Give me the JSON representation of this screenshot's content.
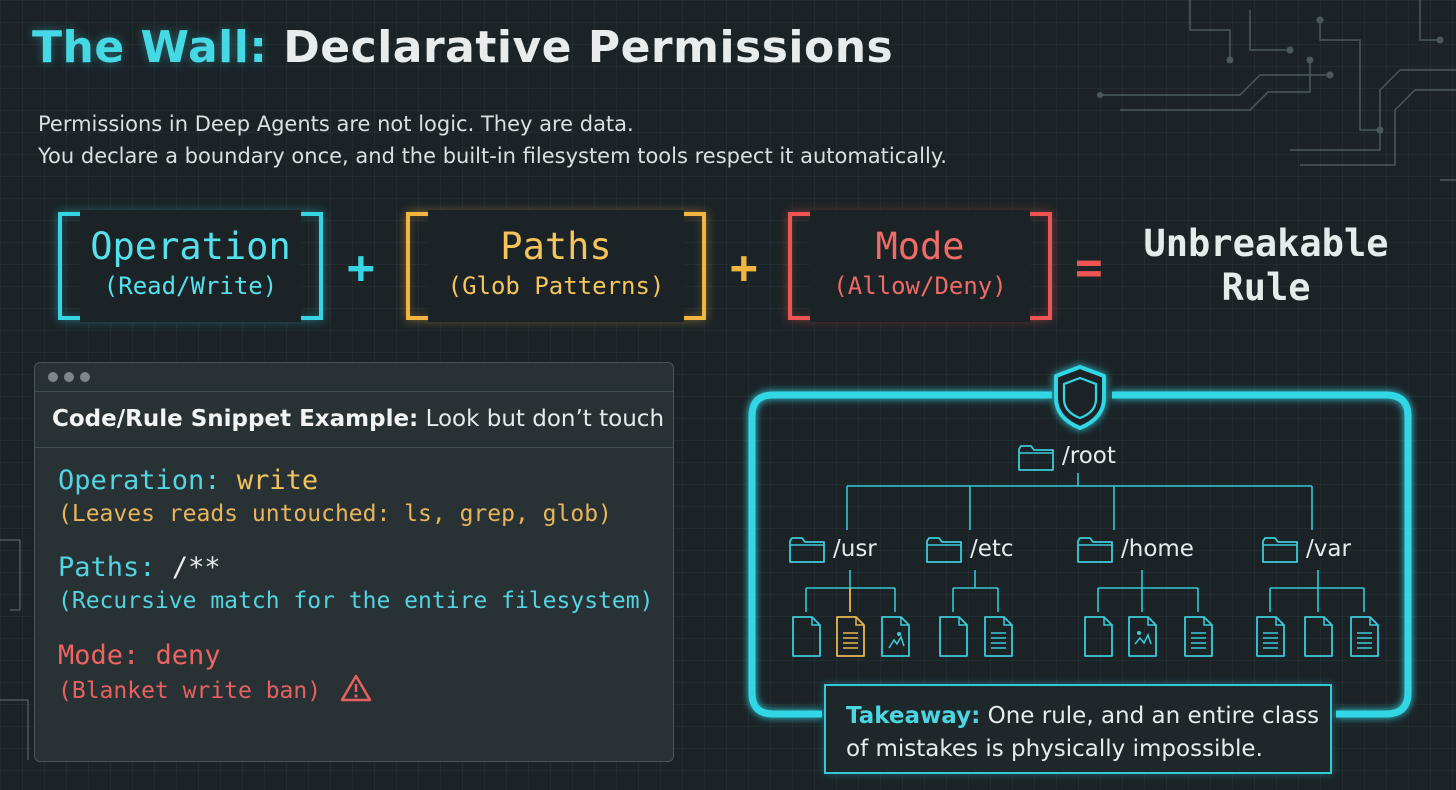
{
  "title": {
    "accent": "The Wall:",
    "rest": "Declarative Permissions"
  },
  "intro": [
    "Permissions in Deep Agents are not logic. They are data.",
    "You declare a boundary once, and the built-in filesystem tools respect it automatically."
  ],
  "equation": {
    "operation": {
      "main": "Operation",
      "sub": "(Read/Write)",
      "color": "#37d4e4"
    },
    "paths": {
      "main": "Paths",
      "sub": "(Glob Patterns)",
      "color": "#f1b540"
    },
    "mode": {
      "main": "Mode",
      "sub": "(Allow/Deny)",
      "color": "#ee5552"
    },
    "plus": "+",
    "equals": "=",
    "result": [
      "Unbreakable",
      "Rule"
    ]
  },
  "snippet": {
    "heading_bold": "Code/Rule Snippet Example:",
    "heading_rest": "Look but don’t touch",
    "operation": {
      "key": "Operation:",
      "value": "write",
      "note": "(Leaves reads untouched: ls, grep, glob)"
    },
    "paths": {
      "key": "Paths:",
      "value": "/**",
      "note": "(Recursive match for the entire filesystem)"
    },
    "mode": {
      "key": "Mode:",
      "value": "deny",
      "note": "(Blanket write ban)"
    }
  },
  "tree": {
    "root": "/root",
    "dirs": [
      "/usr",
      "/etc",
      "/home",
      "/var"
    ]
  },
  "takeaway": {
    "label": "Takeaway:",
    "line1": "One rule, and an entire class",
    "line2": "of mistakes is physically impossible."
  },
  "colors": {
    "cyan": "#37d4e4",
    "yellow": "#f1b540",
    "red": "#ee5552",
    "background": "#1b2327"
  }
}
